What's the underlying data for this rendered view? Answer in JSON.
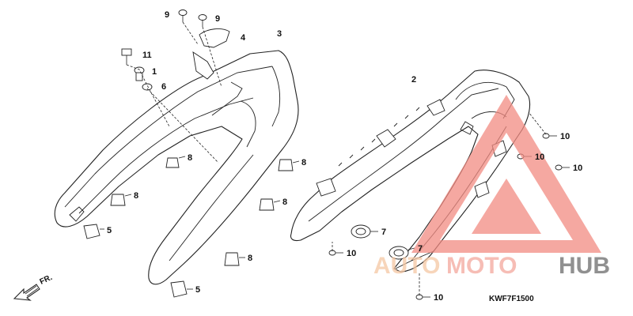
{
  "diagram": {
    "callouts": [
      "9",
      "9",
      "4",
      "3",
      "11",
      "1",
      "6",
      "8",
      "8",
      "8",
      "8",
      "8",
      "5",
      "5",
      "2",
      "10",
      "10",
      "10",
      "7",
      "10",
      "7",
      "10"
    ],
    "direction_label": "FR.",
    "diagram_code": "KWF7F1500"
  },
  "watermark": {
    "word_auto": "AUTO",
    "word_moto": "MOTO",
    "word_hub": "HUB",
    "color_auto": "#f5c7a3",
    "color_moto": "#f4a79d",
    "color_hub": "#6b6b6b",
    "triangle_color": "#f28b82"
  }
}
